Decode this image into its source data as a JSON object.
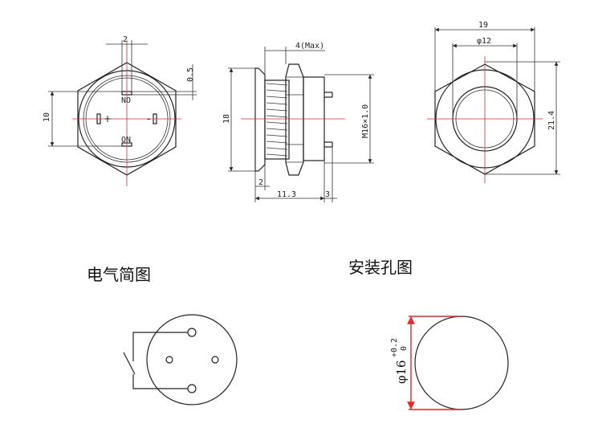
{
  "views": {
    "front": {
      "dim_top": "2",
      "dim_right": "0.5",
      "dim_left": "10",
      "label_no": "NO",
      "label_on": "ON",
      "label_plus": "+",
      "label_minus": "-"
    },
    "side": {
      "dim_top": "4(Max)",
      "dim_left": "18",
      "dim_right": "M16×1.0",
      "dim_bottom_1": "2",
      "dim_bottom_2": "11.3",
      "dim_bottom_3": "3"
    },
    "back": {
      "dim_top_outer": "19",
      "dim_top_inner": "φ12",
      "dim_right": "21.4"
    }
  },
  "titles": {
    "schematic": "电气简图",
    "mounting_hole": "安装孔图"
  },
  "hole": {
    "dia": "φ16",
    "tol_upper": "+0.2",
    "tol_lower": "0"
  }
}
